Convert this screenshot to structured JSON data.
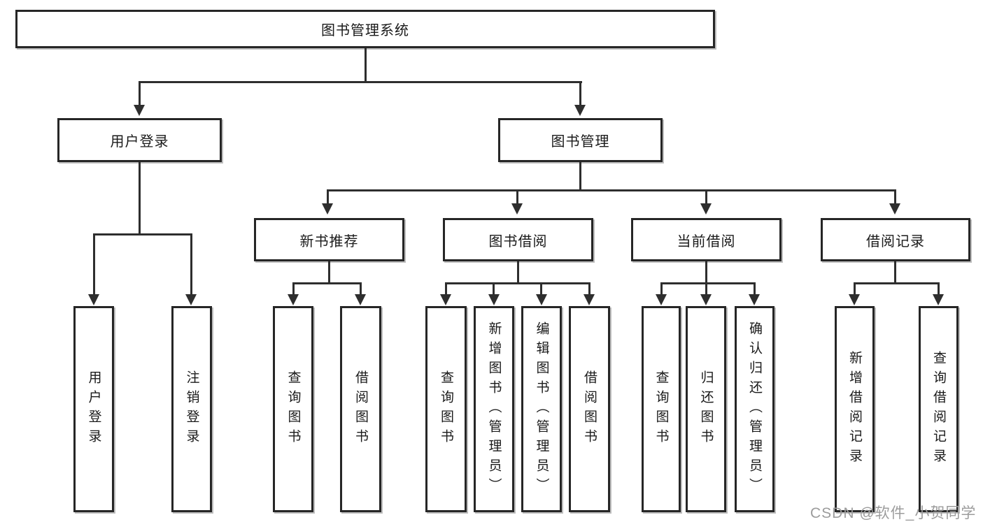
{
  "diagram_title": "图书管理系统",
  "nodes": {
    "root": {
      "label": "图书管理系统"
    },
    "level2": {
      "user_login": {
        "label": "用户登录"
      },
      "book_management": {
        "label": "图书管理"
      }
    },
    "level3": {
      "new_book_recommend": {
        "label": "新书推荐"
      },
      "book_borrow": {
        "label": "图书借阅"
      },
      "current_borrow": {
        "label": "当前借阅"
      },
      "borrow_record": {
        "label": "借阅记录"
      }
    },
    "leaves": {
      "user_login_login": {
        "label": "用户登录"
      },
      "user_login_logout": {
        "label": "注销登录"
      },
      "nbr_query_book": {
        "label": "查询图书"
      },
      "nbr_borrow_book": {
        "label": "借阅图书"
      },
      "bb_query_book": {
        "label": "查询图书"
      },
      "bb_add_book_admin": {
        "label": "新增图书（管理员）"
      },
      "bb_edit_book_admin": {
        "label": "编辑图书（管理员）"
      },
      "bb_borrow_book": {
        "label": "借阅图书"
      },
      "cb_query_book": {
        "label": "查询图书"
      },
      "cb_return_book": {
        "label": "归还图书"
      },
      "cb_confirm_return_admin": {
        "label": "确认归还（管理员）"
      },
      "br_add_record": {
        "label": "新增借阅记录"
      },
      "br_query_record": {
        "label": "查询借阅记录"
      }
    }
  },
  "watermark": "CSDN @软件_小贺同学",
  "colors": {
    "line": "#2e2e2e",
    "box_border": "#262626",
    "text": "#1a1a1a",
    "watermark": "#9c9c9c",
    "background": "#ffffff"
  }
}
